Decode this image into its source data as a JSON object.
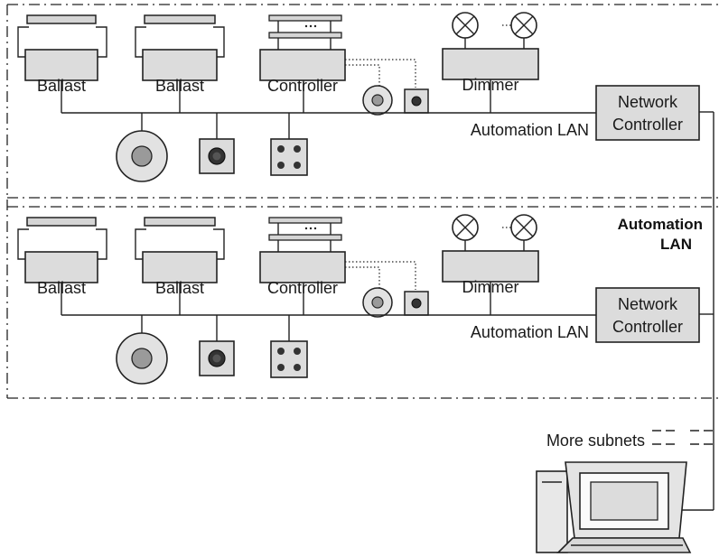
{
  "subnets": [
    {
      "ballast_1": "Ballast",
      "ballast_2": "Ballast",
      "controller": "Controller",
      "dimmer": "Dimmer",
      "lan_label": "Automation LAN",
      "network_controller_line1": "Network",
      "network_controller_line2": "Controller"
    },
    {
      "ballast_1": "Ballast",
      "ballast_2": "Ballast",
      "controller": "Controller",
      "dimmer": "Dimmer",
      "lan_label": "Automation LAN",
      "network_controller_line1": "Network",
      "network_controller_line2": "Controller"
    }
  ],
  "backbone": {
    "label_line1": "Automation",
    "label_line2": "LAN"
  },
  "more_subnets": "More subnets",
  "icons": {
    "lamp": "lamp-icon",
    "occupancy_sensor": "occupancy-sensor-icon",
    "switch": "switch-icon",
    "keypad": "keypad-icon",
    "workstation": "computer-workstation-icon"
  }
}
